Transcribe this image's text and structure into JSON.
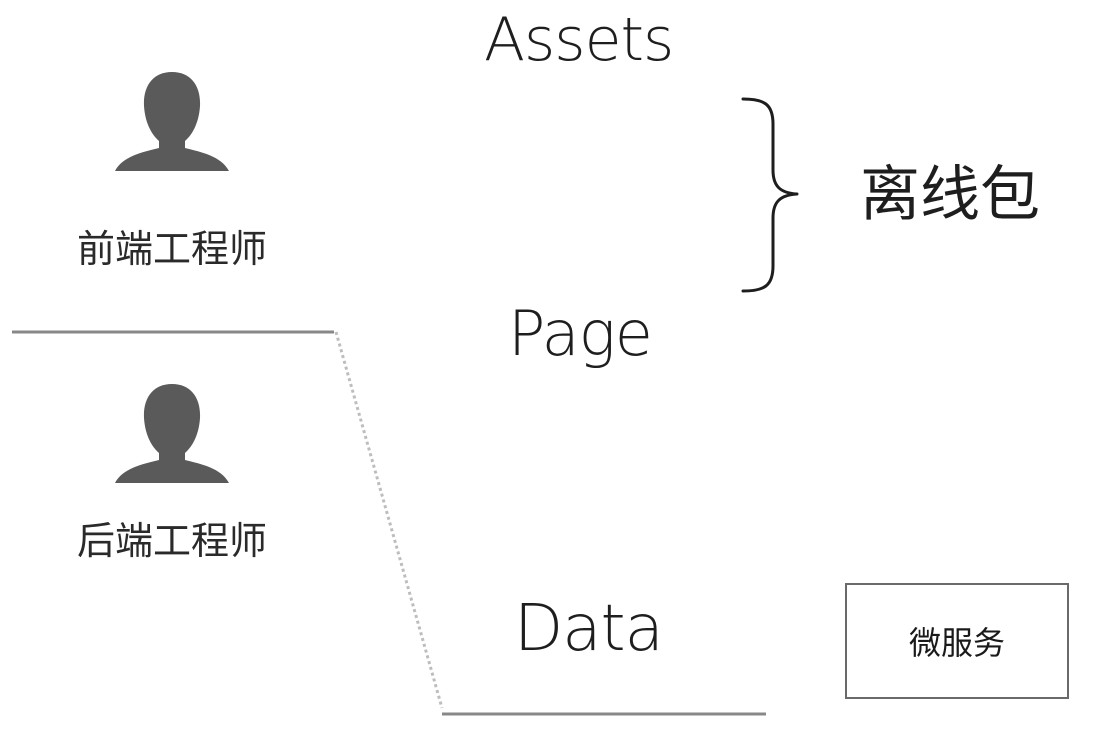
{
  "layers": {
    "assets": "Assets",
    "page": "Page",
    "data": "Data"
  },
  "roles": {
    "frontend": "前端工程师",
    "backend": "后端工程师"
  },
  "offline_package": "离线包",
  "microservice": "微服务",
  "icons": {
    "frontend_avatar": "person-icon",
    "backend_avatar": "person-icon"
  },
  "colors": {
    "avatar": "#5a5a5a",
    "solid_line": "#888888",
    "dotted_line": "#bdbdbd",
    "brace": "#1e1e1e",
    "box_border": "#6a6a6a"
  }
}
